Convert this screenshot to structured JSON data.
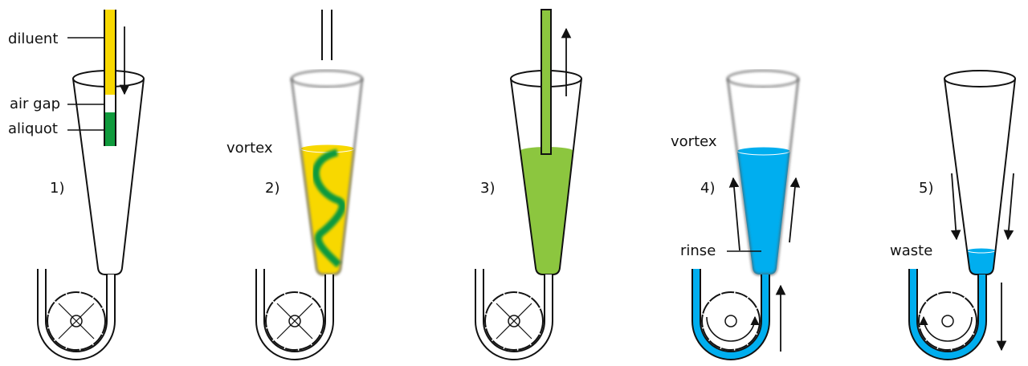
{
  "colors": {
    "diluent": "#f8d800",
    "aliquot": "#0f9a3c",
    "mixed": "#8cc63f",
    "rinse": "#00aeef",
    "outline": "#111111"
  },
  "panels": [
    {
      "step": "1)",
      "labels": {
        "diluent": "diluent",
        "air_gap": "air gap",
        "aliquot": "aliquot"
      }
    },
    {
      "step": "2)",
      "labels": {
        "action": "vortex"
      }
    },
    {
      "step": "3)"
    },
    {
      "step": "4)",
      "labels": {
        "action": "vortex",
        "liquid": "rinse"
      }
    },
    {
      "step": "5)",
      "labels": {
        "liquid": "waste"
      }
    }
  ]
}
